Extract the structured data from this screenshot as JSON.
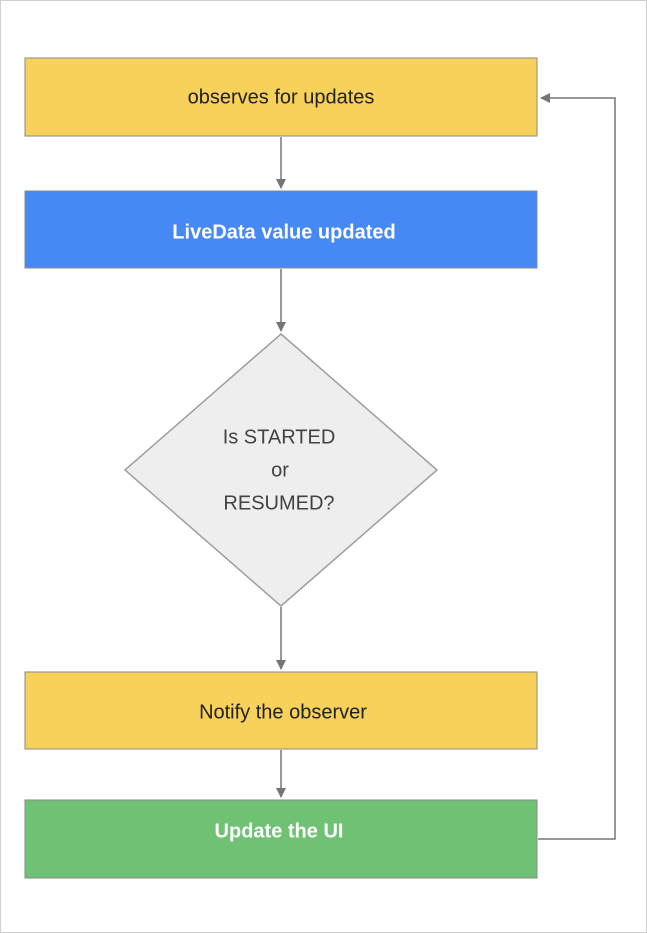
{
  "nodes": {
    "observes": {
      "label": "observes for updates",
      "color": "#f7d15a"
    },
    "value_updated": {
      "label": "LiveData value updated",
      "color": "#4689f5"
    },
    "decision": {
      "line1": "Is STARTED",
      "line2": "or",
      "line3": "RESUMED?",
      "color": "#eeeeee"
    },
    "notify": {
      "label": "Notify the observer",
      "color": "#f7d15a"
    },
    "update_ui": {
      "label": "Update the UI",
      "color": "#6fc174"
    }
  },
  "connector_color": "#757575"
}
